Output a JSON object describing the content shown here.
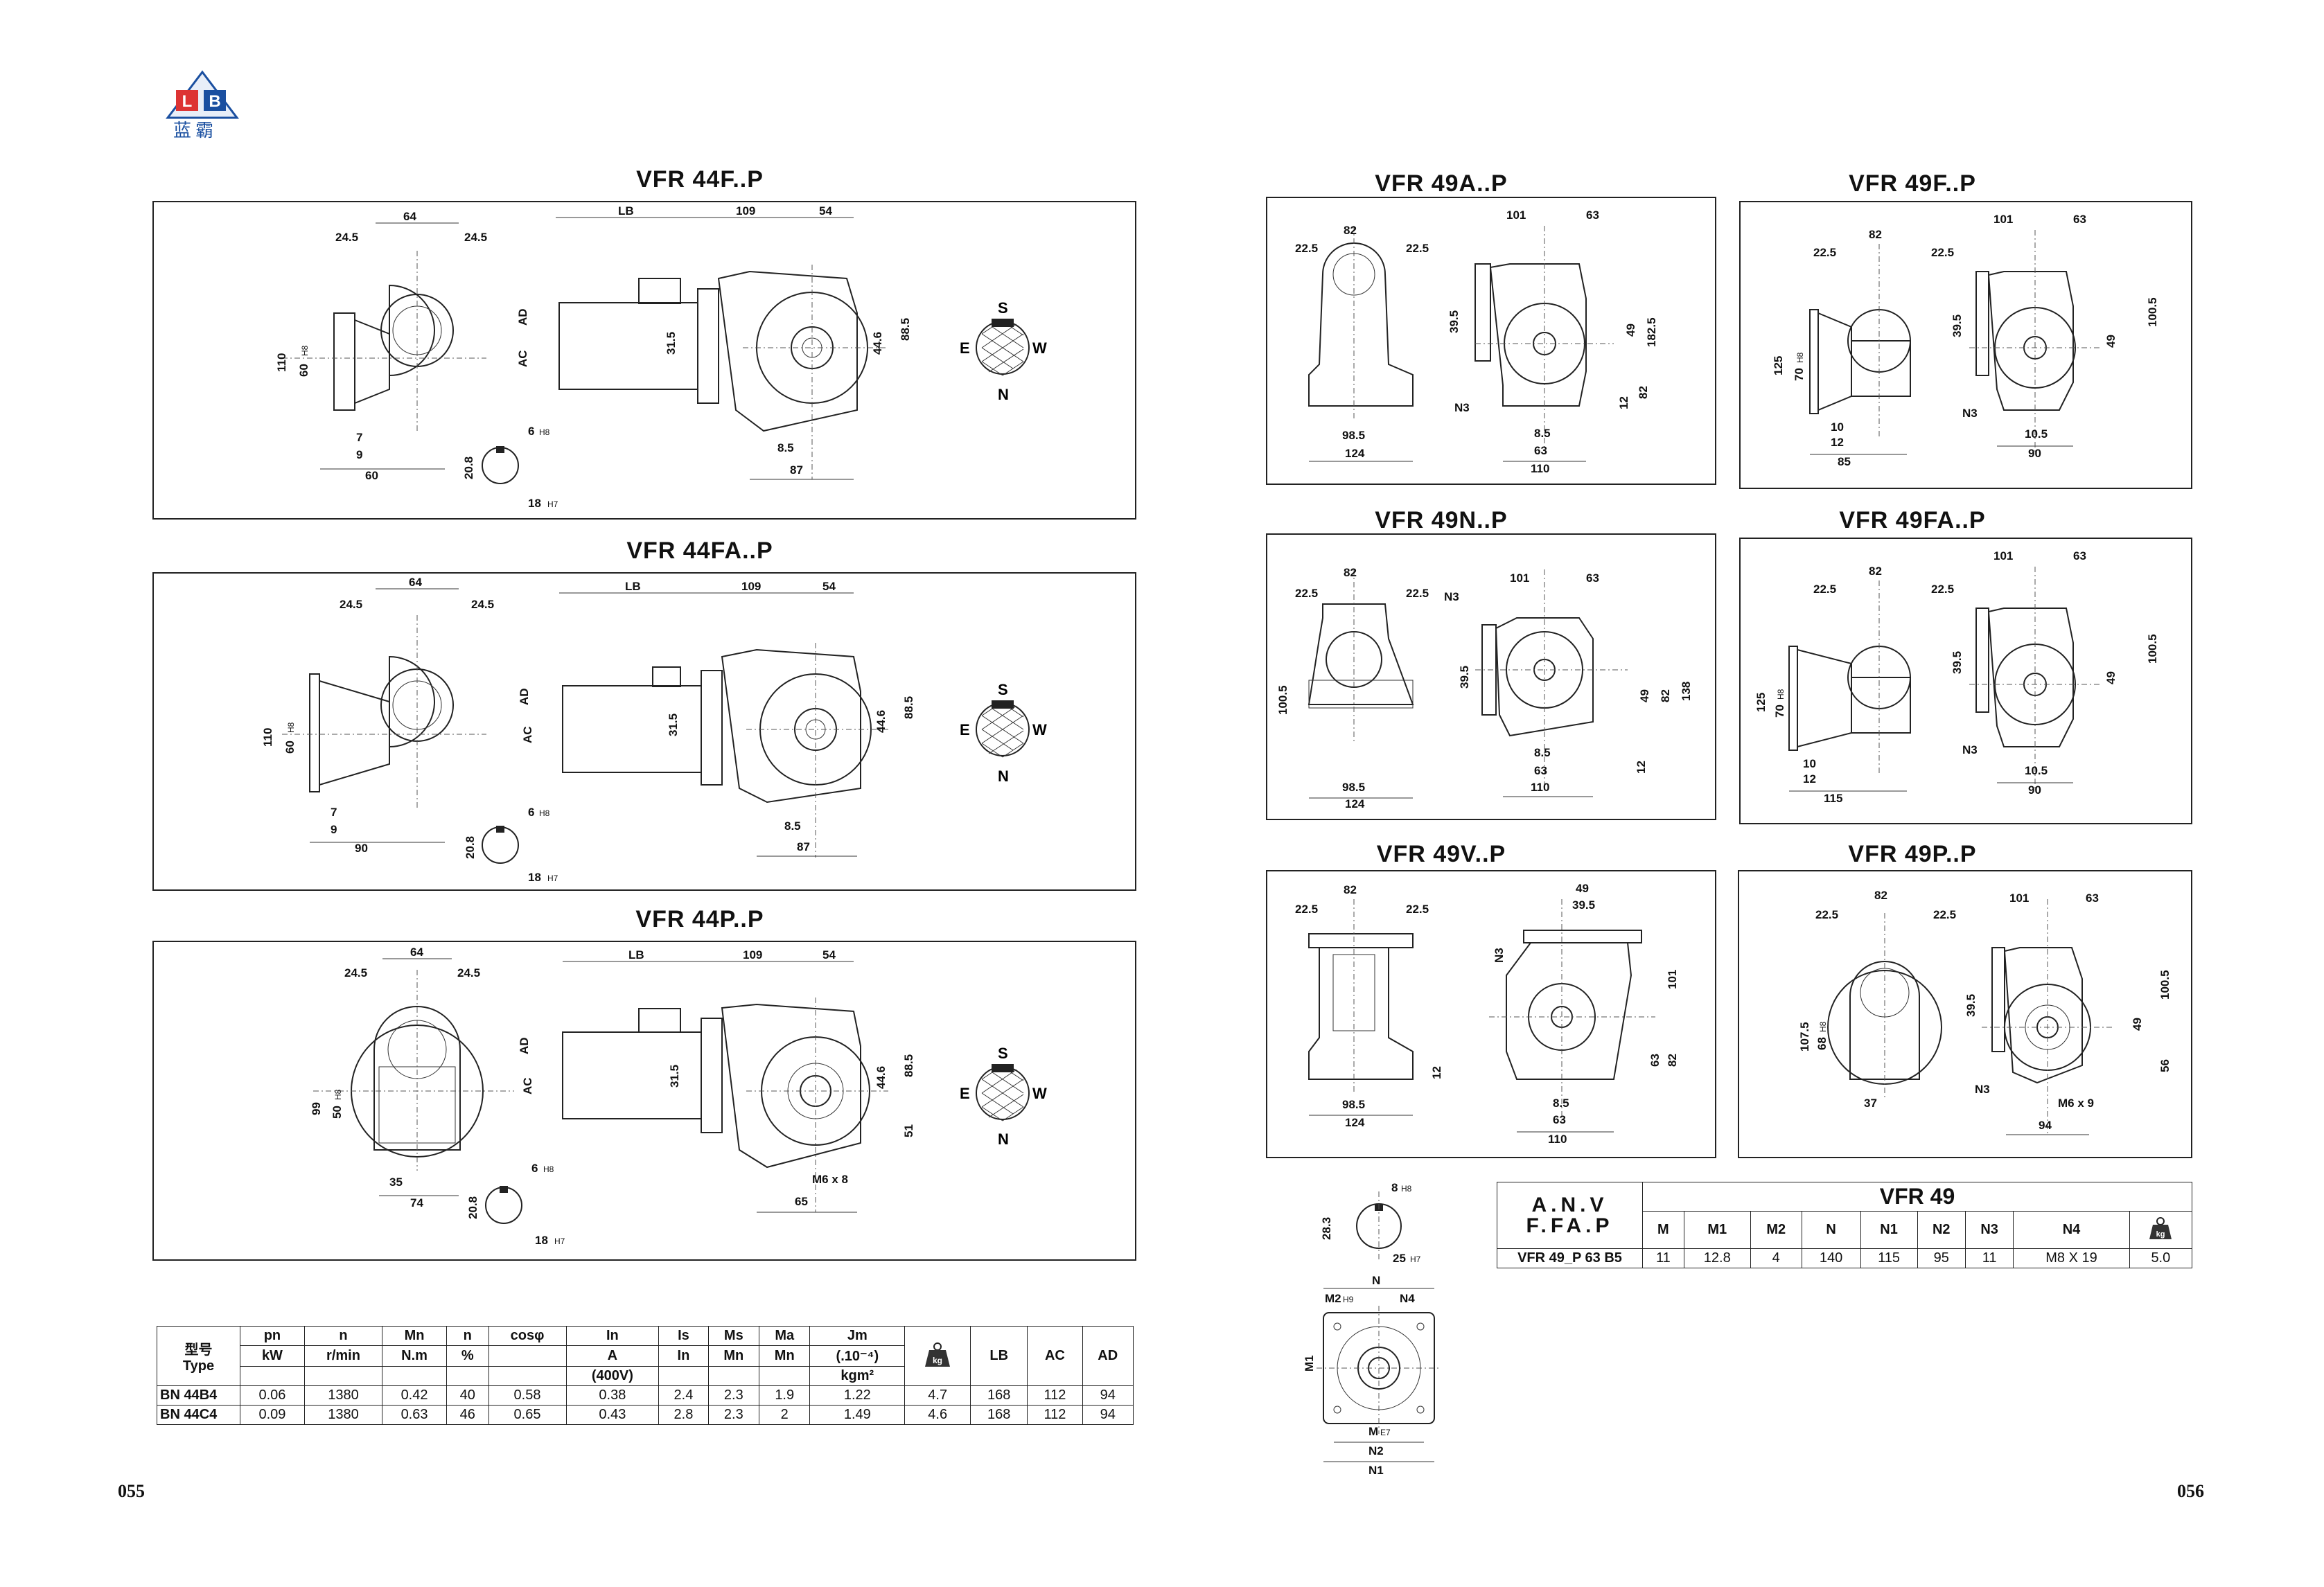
{
  "logo": {
    "letters": "L B",
    "chinese": "蓝霸"
  },
  "left_page": {
    "sections": [
      {
        "title": "VFR 44F..P",
        "dims": {
          "d64": "64",
          "d245a": "24.5",
          "d245b": "24.5",
          "lb": "LB",
          "d109": "109",
          "d54": "54",
          "ad": "AD",
          "ac": "AC",
          "d315": "31.5",
          "d885": "88.5",
          "d446": "44.6",
          "d110": "110",
          "d60": "60",
          "h8": "H8",
          "d7": "7",
          "d9": "9",
          "d60b": "60",
          "d208": "20.8",
          "d6": "6",
          "h8b": "H8",
          "d18": "18",
          "h7": "H7",
          "d85": "8.5",
          "d87": "87"
        }
      },
      {
        "title": "VFR 44FA..P",
        "dims": {
          "d64": "64",
          "d245a": "24.5",
          "d245b": "24.5",
          "lb": "LB",
          "d109": "109",
          "d54": "54",
          "ad": "AD",
          "ac": "AC",
          "d315": "31.5",
          "d885": "88.5",
          "d446": "44.6",
          "d110": "110",
          "d60": "60",
          "h8": "H8",
          "d7": "7",
          "d9": "9",
          "d90": "90",
          "d208": "20.8",
          "d6": "6",
          "h8b": "H8",
          "d18": "18",
          "h7": "H7",
          "d85": "8.5",
          "d87": "87"
        }
      },
      {
        "title": "VFR 44P..P",
        "dims": {
          "d64": "64",
          "d245a": "24.5",
          "d245b": "24.5",
          "lb": "LB",
          "d109": "109",
          "d54": "54",
          "ad": "AD",
          "ac": "AC",
          "d315": "31.5",
          "d885": "88.5",
          "d446": "44.6",
          "d99": "99",
          "d50": "50",
          "h8": "H8",
          "d35": "35",
          "d74": "74",
          "d208": "20.8",
          "d6": "6",
          "h8b": "H8",
          "d18": "18",
          "h7": "H7",
          "d51": "51",
          "m6": "M6 x 8",
          "d65": "65"
        }
      }
    ],
    "compass": {
      "s": "S",
      "e": "E",
      "w": "W",
      "n": "N"
    },
    "table": {
      "headers_top": [
        "pn",
        "n",
        "Mn",
        "n",
        "cosφ",
        "In",
        "Is",
        "Ms",
        "Ma",
        "Jm",
        "",
        "LB",
        "AC",
        "AD"
      ],
      "headers_sub": [
        "kW",
        "r/min",
        "N.m",
        "%",
        "",
        "A",
        "In",
        "Mn",
        "Mn",
        "(.10⁻⁴)",
        "kg",
        "",
        "",
        ""
      ],
      "headers_sub2": [
        "",
        "",
        "",
        "",
        "",
        "(400V)",
        "",
        "",
        "",
        "kgm²",
        "",
        "",
        "",
        ""
      ],
      "type_label": "型号",
      "type_label_en": "Type",
      "rows": [
        [
          "BN 44B4",
          "0.06",
          "1380",
          "0.42",
          "40",
          "0.58",
          "0.38",
          "2.4",
          "2.3",
          "1.9",
          "1.22",
          "4.7",
          "168",
          "112",
          "94"
        ],
        [
          "BN 44C4",
          "0.09",
          "1380",
          "0.63",
          "46",
          "0.65",
          "0.43",
          "2.8",
          "2.3",
          "2",
          "1.49",
          "4.6",
          "168",
          "112",
          "94"
        ]
      ]
    },
    "page_number": "055"
  },
  "right_page": {
    "sections": [
      {
        "title": "VFR 49A..P",
        "dims": {
          "a": "82",
          "b": "22.5",
          "c": "22.5",
          "d": "101",
          "e": "63",
          "f": "39.5",
          "g": "49",
          "h": "182.5",
          "i": "12",
          "j": "82",
          "n3": "N3",
          "k": "98.5",
          "l": "124",
          "m": "8.5",
          "o": "63",
          "p": "110"
        }
      },
      {
        "title": "VFR 49F..P",
        "dims": {
          "a": "82",
          "b": "22.5",
          "c": "22.5",
          "d": "101",
          "e": "63",
          "f": "39.5",
          "g": "49",
          "h": "100.5",
          "i": "125",
          "j": "70",
          "h8": "H8",
          "n3": "N3",
          "k": "10",
          "l": "12",
          "m": "85",
          "o": "10.5",
          "p": "90"
        }
      },
      {
        "title": "VFR 49N..P",
        "dims": {
          "a": "82",
          "b": "22.5",
          "c": "22.5",
          "d": "101",
          "e": "63",
          "f": "39.5",
          "g": "49",
          "h": "138",
          "i": "12",
          "j": "82",
          "n3": "N3",
          "k": "98.5",
          "l": "124",
          "m": "8.5",
          "o": "63",
          "p": "110",
          "q": "100.5"
        }
      },
      {
        "title": "VFR 49FA..P",
        "dims": {
          "a": "82",
          "b": "22.5",
          "c": "22.5",
          "d": "101",
          "e": "63",
          "f": "39.5",
          "g": "49",
          "h": "100.5",
          "i": "125",
          "j": "70",
          "h8": "H8",
          "n3": "N3",
          "k": "10",
          "l": "12",
          "m": "115",
          "o": "10.5",
          "p": "90"
        }
      },
      {
        "title": "VFR 49V..P",
        "dims": {
          "a": "82",
          "b": "22.5",
          "c": "22.5",
          "d": "49",
          "e": "39.5",
          "n3": "N3",
          "f": "101",
          "g": "63",
          "h": "82",
          "i": "12",
          "k": "98.5",
          "l": "124",
          "m": "8.5",
          "o": "63",
          "p": "110"
        }
      },
      {
        "title": "VFR 49P..P",
        "dims": {
          "a": "82",
          "b": "22.5",
          "c": "22.5",
          "d": "101",
          "e": "63",
          "f": "39.5",
          "g": "49",
          "h": "100.5",
          "i": "56",
          "j": "107.5",
          "k": "68",
          "h8": "H8",
          "l": "37",
          "n3": "N3",
          "m": "M6 x 9",
          "o": "94"
        }
      }
    ],
    "shaft": {
      "d8": "8",
      "h8": "H8",
      "d283": "28.3",
      "d25": "25",
      "h7": "H7"
    },
    "flange": {
      "n": "N",
      "m2": "M2",
      "h9": "H9",
      "n4": "N4",
      "m1": "M1",
      "m": "M",
      "e7": "E7",
      "n2": "N2",
      "n1": "N1"
    },
    "spec_table": {
      "group_label_1": "A.N.V",
      "group_label_2": "F.FA.P",
      "title": "VFR 49",
      "headers": [
        "M",
        "M1",
        "M2",
        "N",
        "N1",
        "N2",
        "N3",
        "N4",
        "kg"
      ],
      "row_label": "VFR 49_P 63 B5",
      "row": [
        "11",
        "12.8",
        "4",
        "140",
        "115",
        "95",
        "11",
        "M8 X 19",
        "5.0"
      ]
    },
    "page_number": "056"
  }
}
